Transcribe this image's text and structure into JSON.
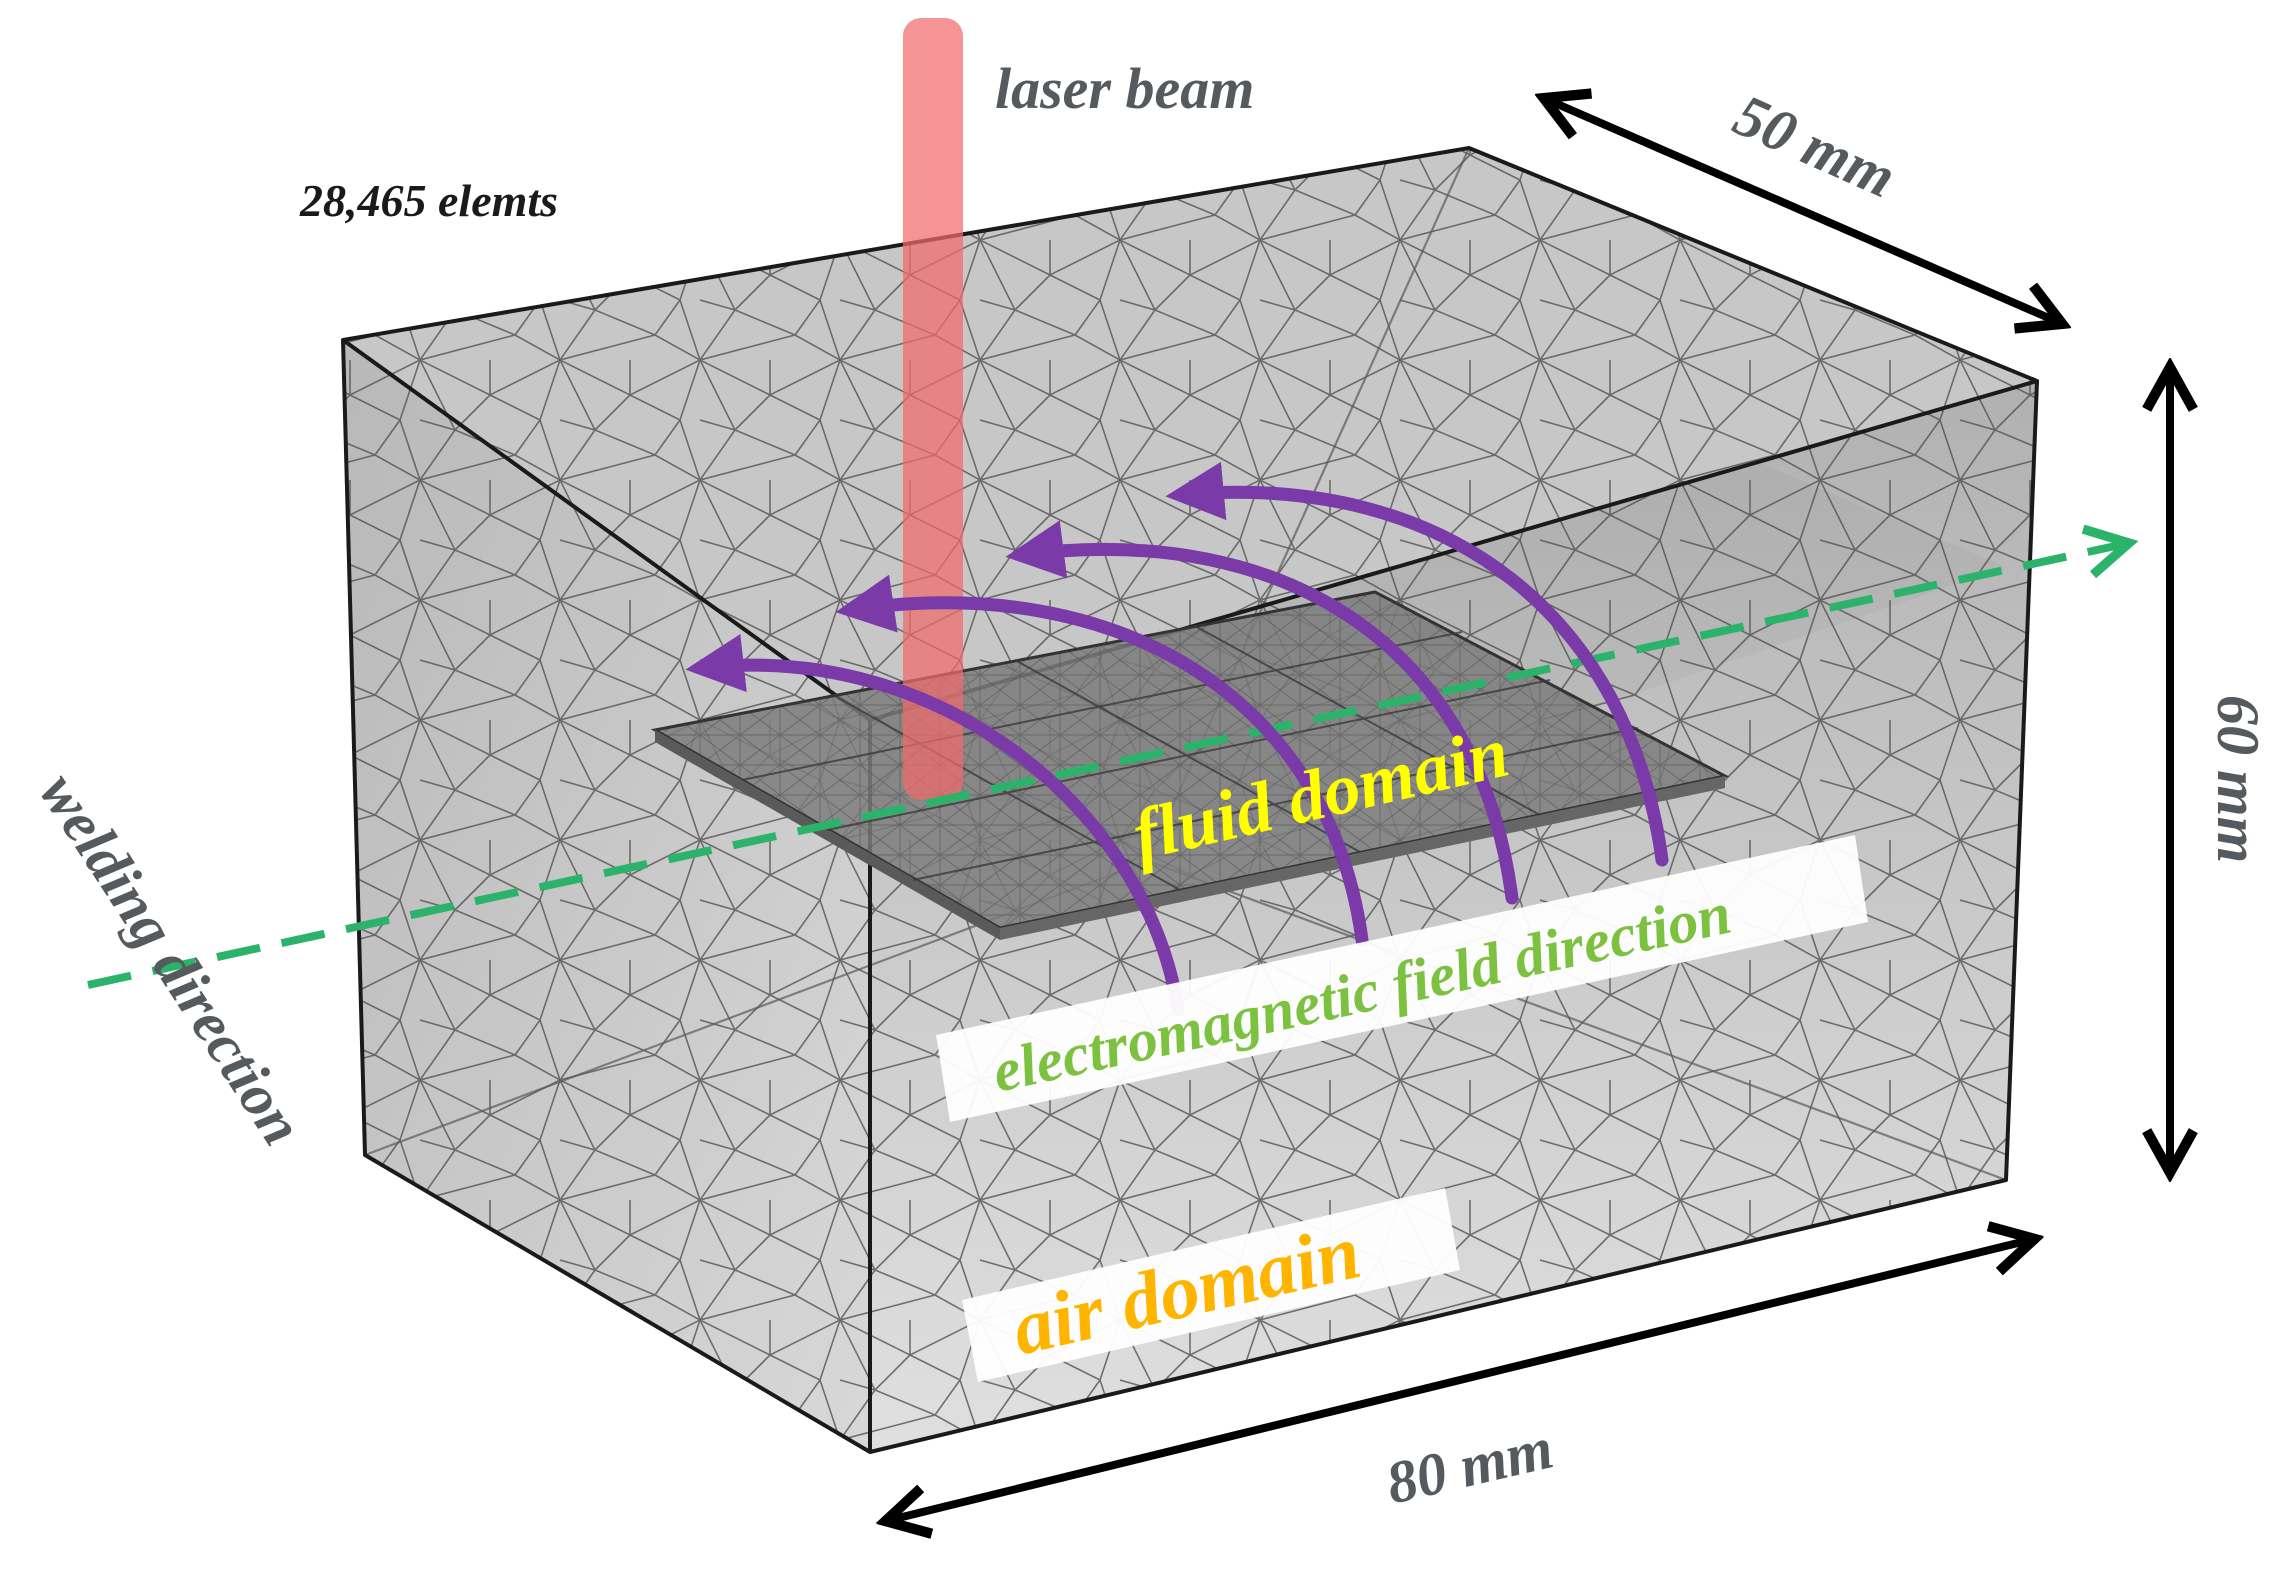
{
  "labels": {
    "laser_beam": "laser beam",
    "elements": "28,465 elemts",
    "dim_depth": "50 mm",
    "dim_height": "60 mm",
    "dim_width": "80 mm",
    "welding_direction": "welding direction",
    "fluid_domain": "fluid domain",
    "em_field_direction": "electromagnetic field direction",
    "air_domain": "air domain"
  },
  "colors": {
    "laser": "#f06b6b",
    "em_arrows": "#7a3aa8",
    "welding_arrow": "#2bb36a",
    "mesh_box_fill": "#bdbdbd",
    "em_label_text": "#7cc240",
    "fluid_label_text": "#ffff00",
    "air_label_text": "#ffb400",
    "dimension_arrows": "#000000"
  },
  "icons": {
    "dimension_arrow": "double-headed-arrow",
    "field_arrow": "curved-arrow"
  }
}
